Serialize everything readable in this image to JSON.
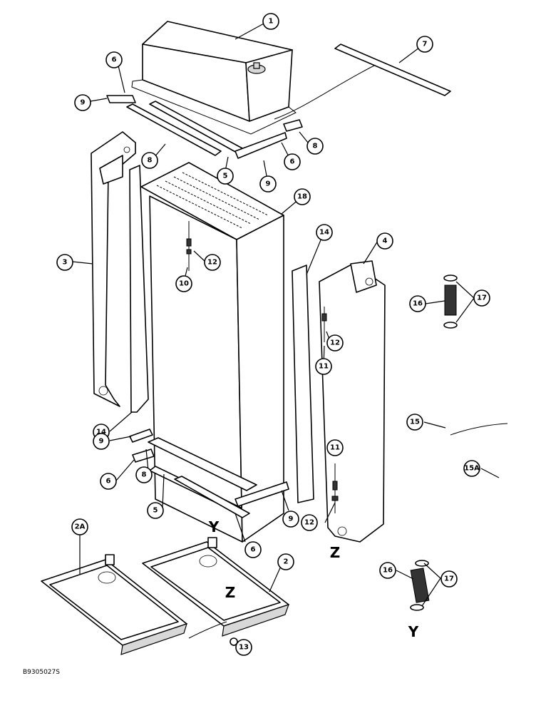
{
  "figure_id": "B9305027S",
  "callouts": [
    {
      "id": "c1",
      "label": "1"
    },
    {
      "id": "c7",
      "label": "7"
    },
    {
      "id": "c6a",
      "label": "6"
    },
    {
      "id": "c9a",
      "label": "9"
    },
    {
      "id": "c8a",
      "label": "8"
    },
    {
      "id": "c5a",
      "label": "5"
    },
    {
      "id": "c6b",
      "label": "6"
    },
    {
      "id": "c8b",
      "label": "8"
    },
    {
      "id": "c9b",
      "label": "9"
    },
    {
      "id": "c18",
      "label": "18"
    },
    {
      "id": "c3",
      "label": "3"
    },
    {
      "id": "c12a",
      "label": "12"
    },
    {
      "id": "c10",
      "label": "10"
    },
    {
      "id": "c14a",
      "label": "14"
    },
    {
      "id": "c4",
      "label": "4"
    },
    {
      "id": "c12b",
      "label": "12"
    },
    {
      "id": "c11a",
      "label": "11"
    },
    {
      "id": "c17a",
      "label": "17"
    },
    {
      "id": "c16a",
      "label": "16"
    },
    {
      "id": "c14b",
      "label": "14"
    },
    {
      "id": "c15",
      "label": "15"
    },
    {
      "id": "c15a",
      "label": "15A"
    },
    {
      "id": "c9c",
      "label": "9"
    },
    {
      "id": "c6c",
      "label": "6"
    },
    {
      "id": "c8c",
      "label": "8"
    },
    {
      "id": "c5b",
      "label": "5"
    },
    {
      "id": "c11b",
      "label": "11"
    },
    {
      "id": "c12c",
      "label": "12"
    },
    {
      "id": "c9d",
      "label": "9"
    },
    {
      "id": "c6d",
      "label": "6"
    },
    {
      "id": "c2a",
      "label": "2A"
    },
    {
      "id": "c2",
      "label": "2"
    },
    {
      "id": "c16b",
      "label": "16"
    },
    {
      "id": "c17b",
      "label": "17"
    },
    {
      "id": "c13",
      "label": "13"
    }
  ],
  "connection_letters": {
    "y_top": "Y",
    "z_mid": "Z",
    "z_right": "Z",
    "y_bottom": "Y"
  }
}
